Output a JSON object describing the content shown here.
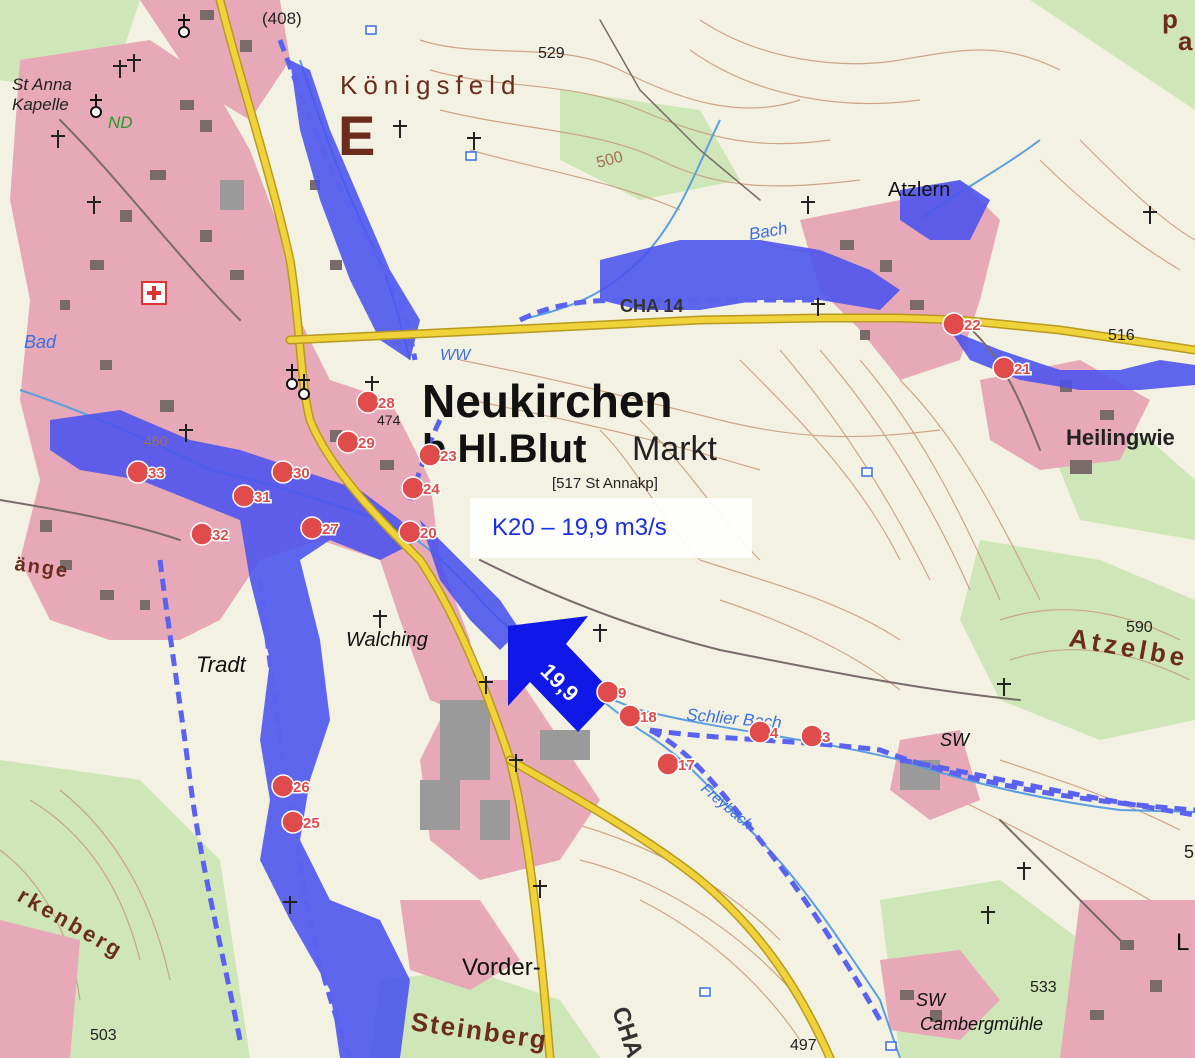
{
  "labels": {
    "koenigsfeld": "Königsfeld",
    "e_letter": "E",
    "st_anna_kapelle_1": "St Anna",
    "st_anna_kapelle_2": "Kapelle",
    "nd": "ND",
    "neukirchen_1": "Neukirchen",
    "neukirchen_2": "b.Hl.Blut",
    "markt": "Markt",
    "annakp": "[517 St Annakp]",
    "atzlern": "Atzlern",
    "heilingwies": "Heilingwie",
    "walching": "Walching",
    "tradt": "Tradt",
    "vorder": "Vorder-",
    "steinberg": "Steinberg",
    "atzelberg": "Atzelbe",
    "cambergmuehle": "Cambergmühle",
    "sw1": "SW",
    "sw2": "SW",
    "ww": "WW",
    "bad": "Bad",
    "cha": "CHA",
    "cha14": "CHA 14",
    "kenberg": "rkenberg",
    "aenge": "änge",
    "bach": "Bach",
    "schlier_bach": "Schlier Bach",
    "freybach": "Freybach",
    "l_right": "L",
    "elev_408": "(408)",
    "elev_529": "529",
    "elev_500": "500",
    "elev_516": "516",
    "elev_474": "474",
    "elev_460": "460",
    "elev_590": "590",
    "elev_533": "533",
    "elev_503": "503",
    "elev_497": "497",
    "elev_5": "5",
    "p_top": "p",
    "a_top": "a"
  },
  "info": {
    "text": "K20 – 19,9 m3/s",
    "arrow_value": "19,9"
  },
  "markers": [
    {
      "id": "28",
      "label": "28"
    },
    {
      "id": "29",
      "label": "29"
    },
    {
      "id": "23",
      "label": "23"
    },
    {
      "id": "24",
      "label": "24"
    },
    {
      "id": "20",
      "label": "20"
    },
    {
      "id": "27",
      "label": "27"
    },
    {
      "id": "30",
      "label": "30"
    },
    {
      "id": "31",
      "label": "31"
    },
    {
      "id": "32",
      "label": "32"
    },
    {
      "id": "33",
      "label": "33"
    },
    {
      "id": "26",
      "label": "26"
    },
    {
      "id": "25",
      "label": "25"
    },
    {
      "id": "22",
      "label": "22"
    },
    {
      "id": "21",
      "label": "21"
    },
    {
      "id": "19",
      "label": "9"
    },
    {
      "id": "18",
      "label": "18"
    },
    {
      "id": "17",
      "label": "17"
    },
    {
      "id": "14",
      "label": "4"
    },
    {
      "id": "13",
      "label": "3"
    }
  ],
  "colors": {
    "background": "#f3f1e2",
    "forest": "#cfe6b8",
    "settlement": "#e7a8b8",
    "building": "#7a6b6b",
    "flood": "#4a52ef",
    "road": "#f0d23a",
    "contour": "#c79a78",
    "marker": "#e04b4b",
    "arrow": "#1018e8"
  }
}
